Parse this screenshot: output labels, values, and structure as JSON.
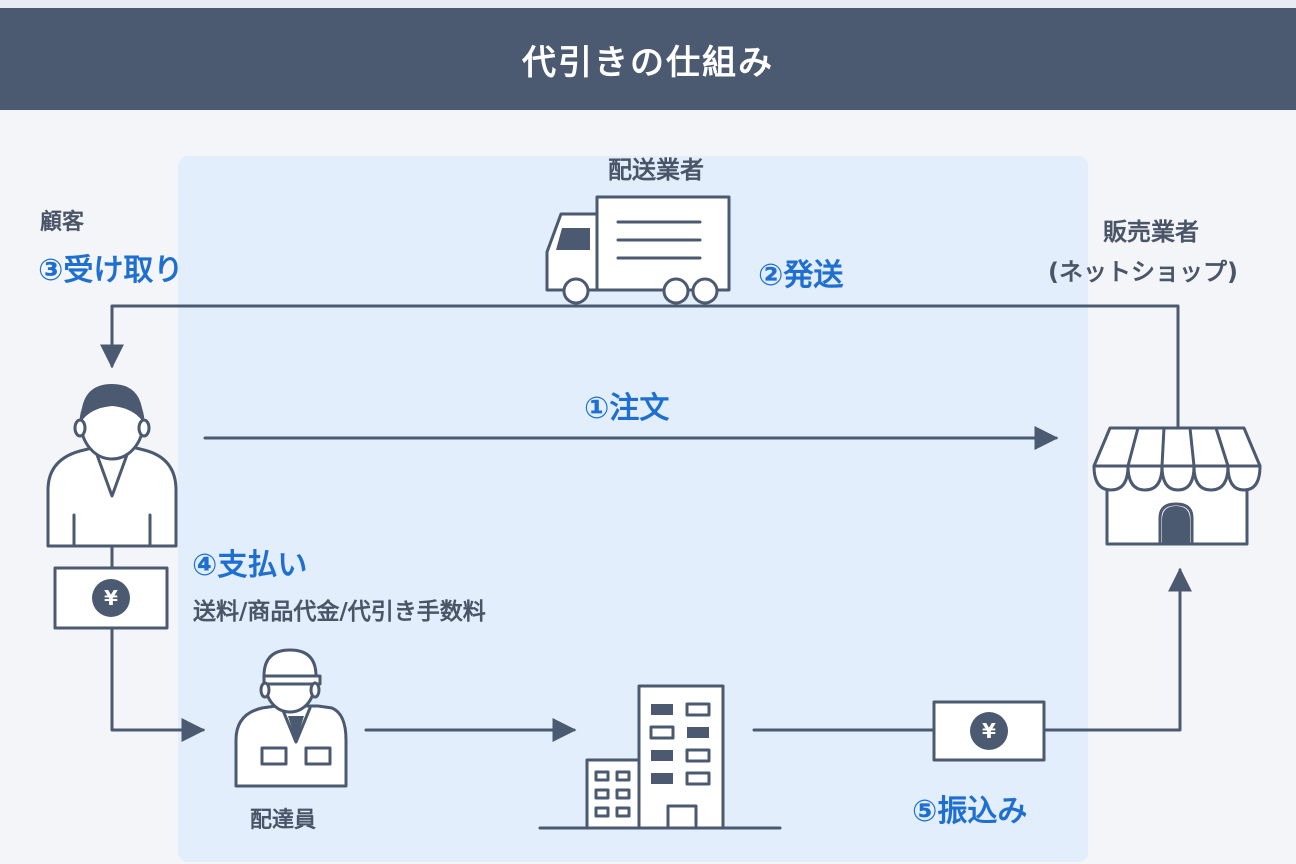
{
  "title": "代引きの仕組み",
  "actors": {
    "customer": "顧客",
    "shipper": "配送業者",
    "seller_line1": "販売業者",
    "seller_line2": "(ネットショップ)",
    "deliverer": "配達員"
  },
  "steps": {
    "order": "①注文",
    "ship": "②発送",
    "receive": "③受け取り",
    "pay": "④支払い",
    "pay_detail": "送料/商品代金/代引き手数料",
    "transfer": "⑤振込み"
  },
  "currency_symbol": "¥",
  "colors": {
    "header": "#4b5a70",
    "accent": "#1f6fd1",
    "panel": "#e3eefc",
    "background": "#f3f5f8"
  },
  "icons": [
    "truck-icon",
    "customer-icon",
    "shop-icon",
    "deliverer-icon",
    "office-building-icon",
    "yen-bill-icon"
  ]
}
